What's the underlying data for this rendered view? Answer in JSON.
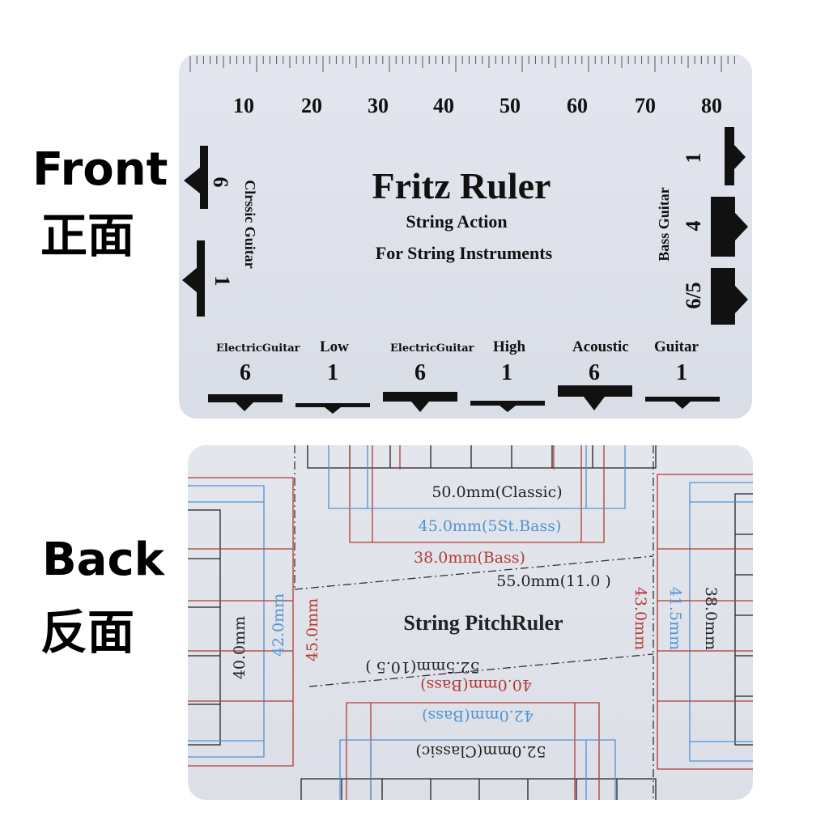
{
  "labels": {
    "front_en": "Front",
    "front_cn": "正面",
    "back_en": "Back",
    "back_cn": "反面"
  },
  "front": {
    "scale_numbers": [
      "10",
      "20",
      "30",
      "40",
      "50",
      "60",
      "70",
      "80"
    ],
    "title": "Fritz Ruler",
    "subtitle1": "String Action",
    "subtitle2": "For String Instruments",
    "classic_guitar_label": "Clrssic Guitar",
    "classic_marks": [
      "6",
      "1"
    ],
    "bass_guitar_label": "Bass Guitar",
    "bass_marks": [
      "1",
      "4",
      "6/5"
    ],
    "groups": [
      {
        "name": "Electric Guitar Low",
        "marks": [
          "6",
          "1"
        ]
      },
      {
        "name": "Electric Guitar High",
        "marks": [
          "6",
          "1"
        ]
      },
      {
        "name": "Acoustic Guitar",
        "marks": [
          "6",
          "1"
        ]
      }
    ],
    "group_text": {
      "eg_low_a": "ElectricGuitar",
      "eg_low_b": "Low",
      "eg_high_a": "ElectricGuitar",
      "eg_high_b": "High",
      "ac_a": "Acoustic",
      "ac_b": "Guitar"
    }
  },
  "back": {
    "title": "String PitchRuler",
    "m_50": "50.0mm(Classic)",
    "m_45_bass": "45.0mm(5St.Bass)",
    "m_38_bass": "38.0mm(Bass)",
    "m_55": "55.0mm(11.0 )",
    "m_52_5": "52.5mm(10.5 )",
    "m_40_bass": "40.0mm(Bass)",
    "m_42_bass": "42.0mm(Bass)",
    "m_52_classic": "52.0mm(Classic)",
    "m_40": "40.0mm",
    "m_42": "42.0mm",
    "m_45": "45.0mm",
    "m_43": "43.0mm",
    "m_41_5": "41.5mm",
    "m_38": "38.0mm"
  },
  "colors": {
    "red": "#b33a32",
    "blue": "#4f94d2",
    "dark": "#222222"
  }
}
